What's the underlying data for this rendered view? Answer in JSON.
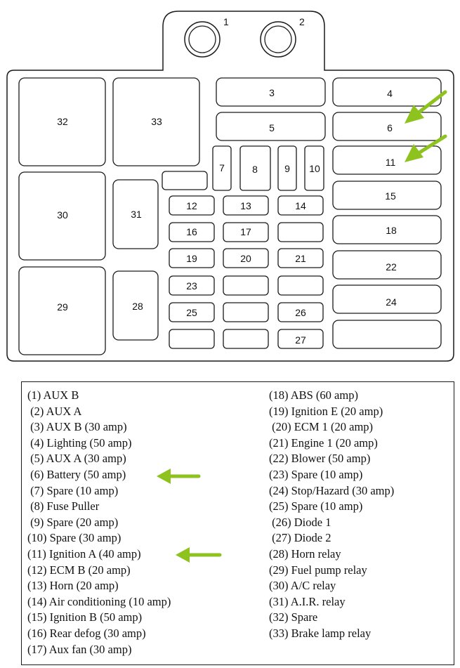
{
  "posts": [
    "1",
    "2"
  ],
  "fuses": [
    {
      "id": "3"
    },
    {
      "id": "4"
    },
    {
      "id": "5"
    },
    {
      "id": "6"
    },
    {
      "id": "7"
    },
    {
      "id": "8"
    },
    {
      "id": "9"
    },
    {
      "id": "10"
    },
    {
      "id": "11"
    },
    {
      "id": "12"
    },
    {
      "id": "13"
    },
    {
      "id": "14"
    },
    {
      "id": "15"
    },
    {
      "id": "16"
    },
    {
      "id": "17"
    },
    {
      "id": "18"
    },
    {
      "id": "19"
    },
    {
      "id": "20"
    },
    {
      "id": "21"
    },
    {
      "id": "22"
    },
    {
      "id": "23"
    },
    {
      "id": "24"
    },
    {
      "id": "25"
    },
    {
      "id": "26"
    },
    {
      "id": "27"
    },
    {
      "id": "28"
    },
    {
      "id": "29"
    },
    {
      "id": "30"
    },
    {
      "id": "31"
    },
    {
      "id": "32"
    },
    {
      "id": "33"
    }
  ],
  "legend_left": [
    "(1) AUX B",
    " (2) AUX A",
    " (3) AUX B (30 amp)",
    " (4) Lighting (50 amp)",
    " (5) AUX A (30 amp)",
    " (6) Battery (50 amp)",
    " (7) Spare (10 amp)",
    " (8) Fuse Puller",
    " (9) Spare (20 amp)",
    "(10) Spare (30 amp)",
    "(11) Ignition A (40 amp)",
    "(12) ECM B (20 amp)",
    "(13) Horn (20 amp)",
    "(14) Air conditioning (10 amp)",
    "(15) Ignition B (50 amp)",
    "(16) Rear defog (30 amp)",
    "(17) Aux fan (30 amp)"
  ],
  "legend_right": [
    "(18) ABS (60 amp)",
    "(19) Ignition E (20 amp)",
    " (20) ECM 1 (20 amp)",
    "(21) Engine 1 (20 amp)",
    "(22) Blower (50 amp)",
    "(23) Spare (10 amp)",
    "(24) Stop/Hazard (30 amp)",
    "(25) Spare (10 amp)",
    " (26) Diode 1",
    " (27) Diode 2",
    "(28) Horn relay",
    "(29) Fuel pump relay",
    "(30) A/C relay",
    "(31) A.I.R. relay",
    "(32) Spare",
    "(33) Brake lamp relay"
  ],
  "colors": {
    "arrow": "#8dc21f",
    "stroke": "#1a1a1a"
  },
  "highlighted_fuses": [
    "6",
    "11"
  ]
}
